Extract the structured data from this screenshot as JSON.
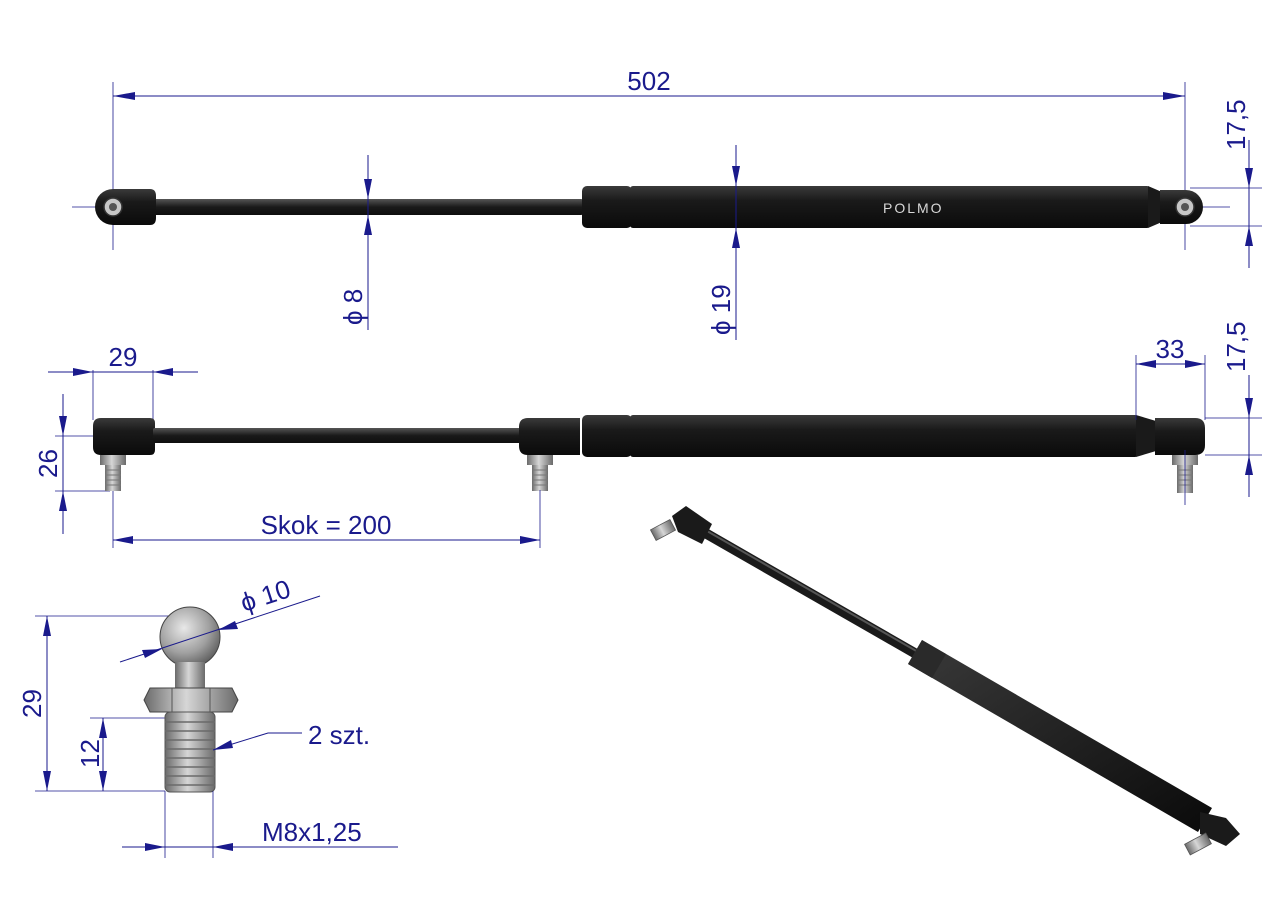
{
  "drawing": {
    "overall_length": "502",
    "eye_offset_top": "17,5",
    "rod_diameter": "ϕ 8",
    "body_diameter": "ϕ 19",
    "left_end_length": "29",
    "right_end_length": "33",
    "eye_offset_side": "17,5",
    "side_height": "26",
    "stroke": "Skok =  200",
    "ball_diameter": "ϕ 10",
    "stud_height": "29",
    "thread_length": "12",
    "quantity": "2 szt.",
    "thread_spec": "M8x1,25",
    "brand": "POLMO"
  },
  "colors": {
    "dimension": "#1a1a8c",
    "body": "#1c1c1c",
    "metal": "#a9a9a9"
  }
}
